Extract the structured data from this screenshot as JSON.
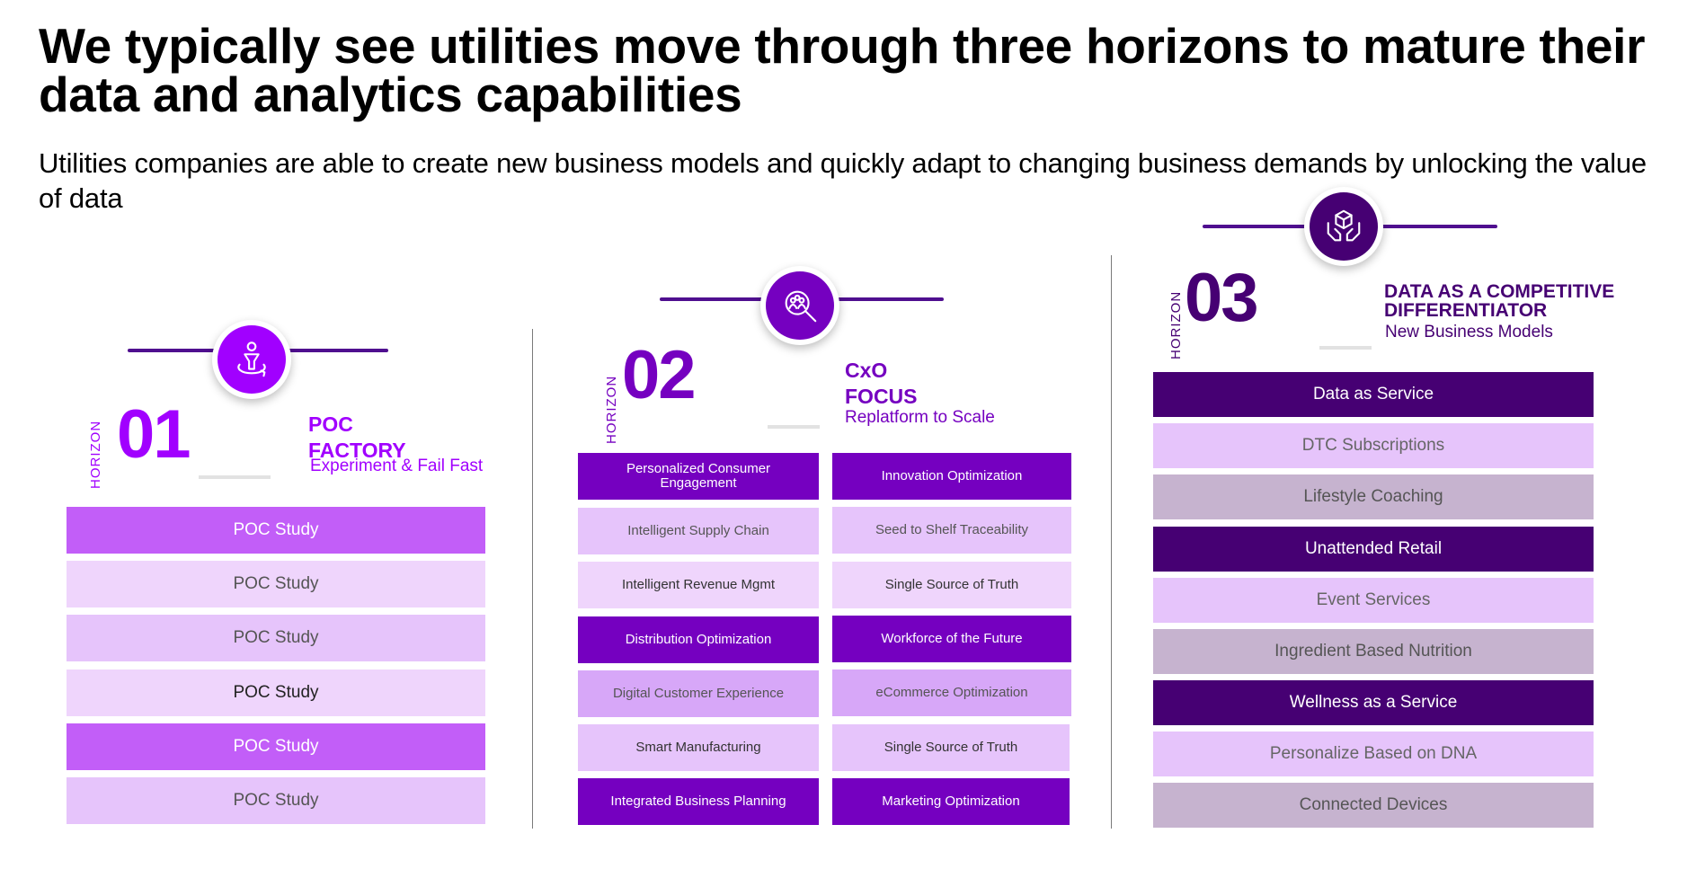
{
  "header": {
    "title": "We typically see utilities move through three horizons to mature their data and analytics capabilities",
    "subtitle": "Utilities companies are able to create new business models and quickly adapt to changing business demands by unlocking the value of data"
  },
  "colors": {
    "dark_purple": "#4f0f8f",
    "purple": "#7500c0",
    "violet": "#a100ff",
    "medium_purple": "#c25ef8",
    "light_purple": "#e6c4fb",
    "pale_purple": "#efd5fc",
    "lavender": "#d7a7f8",
    "mauve": "#c6b3cf",
    "deep_indigo": "#460073"
  },
  "horizons": [
    {
      "label": "HORIZON",
      "number": "01",
      "icon": "person-target-cycle-icon",
      "heading_lines": [
        "POC",
        "FACTORY"
      ],
      "subheading": "Experiment & Fail Fast",
      "items": [
        {
          "text": "POC Study",
          "color": "#c25ef8",
          "text_color": "#ffffff"
        },
        {
          "text": "POC Study",
          "color": "#efd5fc",
          "text_color": "#555555"
        },
        {
          "text": "POC Study",
          "color": "#e6c4fb",
          "text_color": "#555555"
        },
        {
          "text": "POC Study",
          "color": "#efd5fc",
          "text_color": "#222222"
        },
        {
          "text": "POC Study",
          "color": "#c25ef8",
          "text_color": "#ffffff"
        },
        {
          "text": "POC Study",
          "color": "#e6c4fb",
          "text_color": "#555555"
        }
      ]
    },
    {
      "label": "HORIZON",
      "number": "02",
      "icon": "magnify-people-icon",
      "heading_lines": [
        "CxO",
        "FOCUS"
      ],
      "subheading": "Replatform to Scale",
      "items_left": [
        {
          "text": "Personalized Consumer Engagement",
          "color": "#7500c0",
          "text_color": "#ffffff"
        },
        {
          "text": "Intelligent Supply Chain",
          "color": "#e6c4fb",
          "text_color": "#555555"
        },
        {
          "text": "Intelligent Revenue Mgmt",
          "color": "#efd5fc",
          "text_color": "#333333"
        },
        {
          "text": "Distribution Optimization",
          "color": "#7500c0",
          "text_color": "#ffffff"
        },
        {
          "text": "Digital Customer Experience",
          "color": "#d7a7f8",
          "text_color": "#555555"
        },
        {
          "text": "Smart Manufacturing",
          "color": "#e6c4fb",
          "text_color": "#333333"
        },
        {
          "text": "Integrated Business Planning",
          "color": "#7500c0",
          "text_color": "#ffffff"
        }
      ],
      "items_right": [
        {
          "text": "Innovation Optimization",
          "color": "#7500c0",
          "text_color": "#ffffff"
        },
        {
          "text": "Seed to Shelf Traceability",
          "color": "#e6c4fb",
          "text_color": "#555555"
        },
        {
          "text": "Single Source of Truth",
          "color": "#efd5fc",
          "text_color": "#333333"
        },
        {
          "text": "Workforce of the Future",
          "color": "#7500c0",
          "text_color": "#ffffff"
        },
        {
          "text": "eCommerce Optimization",
          "color": "#d7a7f8",
          "text_color": "#555555"
        },
        {
          "text": "Single Source of Truth",
          "color": "#e6c4fb",
          "text_color": "#333333"
        },
        {
          "text": "Marketing Optimization",
          "color": "#7500c0",
          "text_color": "#ffffff"
        }
      ]
    },
    {
      "label": "HORIZON",
      "number": "03",
      "icon": "hands-cube-icon",
      "heading_lines": [
        "DATA AS A COMPETITIVE",
        "DIFFERENTIATOR"
      ],
      "subheading": "New Business Models",
      "items": [
        {
          "text": "Data as Service",
          "color": "#460073",
          "text_color": "#ffffff"
        },
        {
          "text": "DTC Subscriptions",
          "color": "#e6c4fb",
          "text_color": "#666666"
        },
        {
          "text": "Lifestyle Coaching",
          "color": "#c6b3cf",
          "text_color": "#555555"
        },
        {
          "text": "Unattended Retail",
          "color": "#460073",
          "text_color": "#ffffff"
        },
        {
          "text": "Event Services",
          "color": "#e6c4fb",
          "text_color": "#666666"
        },
        {
          "text": "Ingredient Based Nutrition",
          "color": "#c6b3cf",
          "text_color": "#555555"
        },
        {
          "text": "Wellness as a Service",
          "color": "#460073",
          "text_color": "#ffffff"
        },
        {
          "text": "Personalize Based on DNA",
          "color": "#e6c4fb",
          "text_color": "#666666"
        },
        {
          "text": "Connected Devices",
          "color": "#c6b3cf",
          "text_color": "#555555"
        }
      ]
    }
  ]
}
